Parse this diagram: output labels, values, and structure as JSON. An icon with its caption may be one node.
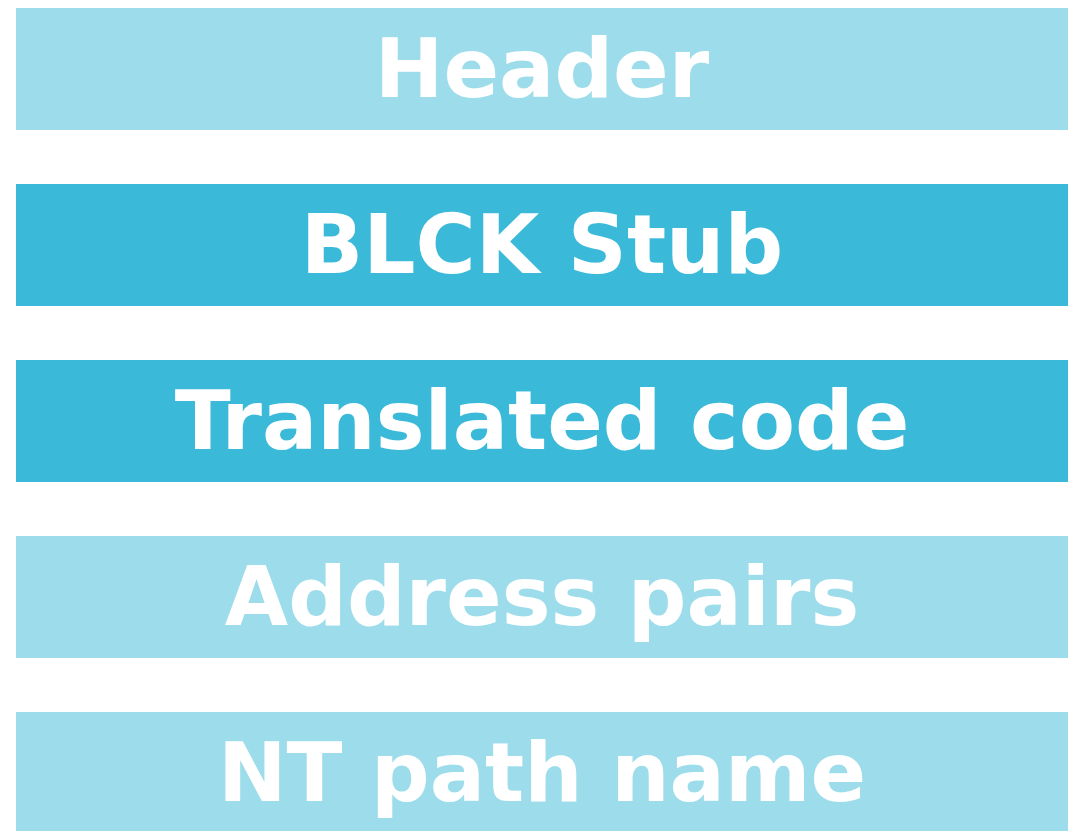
{
  "diagram": {
    "nodes": [
      {
        "text": [
          "Header"
        ]
      },
      {
        "text": [
          "BLCK Stub"
        ]
      },
      {
        "text": [
          "Translated code"
        ]
      },
      {
        "text": [
          "Address pairs"
        ]
      },
      {
        "text": [
          "NT path name"
        ]
      }
    ]
  }
}
